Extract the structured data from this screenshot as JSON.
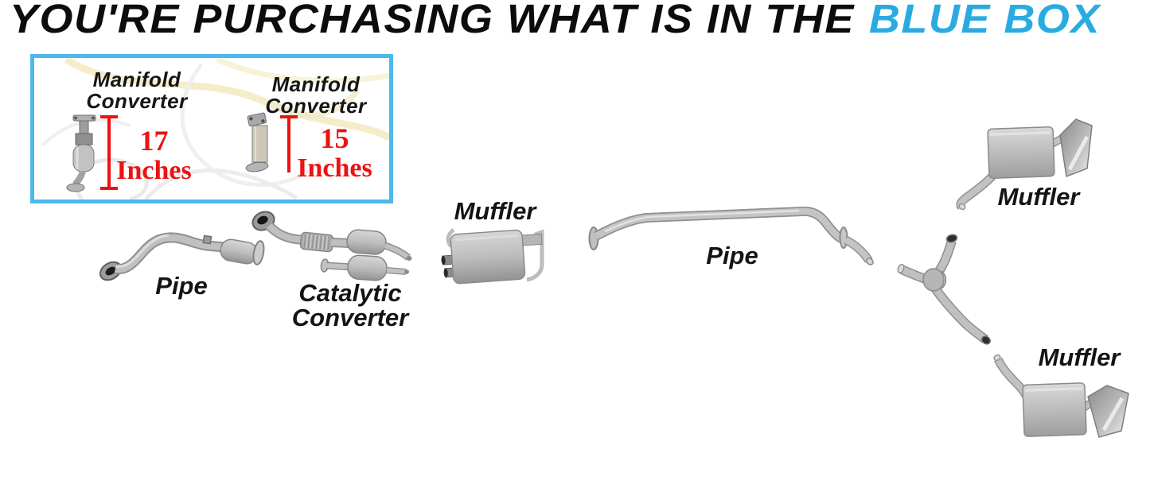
{
  "title": {
    "black_text": "YOU'RE PURCHASING WHAT IS IN THE",
    "blue_text": "BLUE BOX",
    "blue_color": "#29abe2"
  },
  "blue_box": {
    "border_color": "#4db8ea",
    "measurement_color": "#ee1111",
    "converters": [
      {
        "name_line1": "Manifold",
        "name_line2": "Converter",
        "length_value": "17",
        "length_unit": "Inches"
      },
      {
        "name_line1": "Manifold",
        "name_line2": "Converter",
        "length_value": "15",
        "length_unit": "Inches"
      }
    ]
  },
  "diagram": {
    "front_pipe_label": "Pipe",
    "catalytic_line1": "Catalytic",
    "catalytic_line2": "Converter",
    "center_muffler_label": "Muffler",
    "intermediate_pipe_label": "Pipe",
    "top_right_muffler_label": "Muffler",
    "bottom_right_muffler_label": "Muffler"
  }
}
